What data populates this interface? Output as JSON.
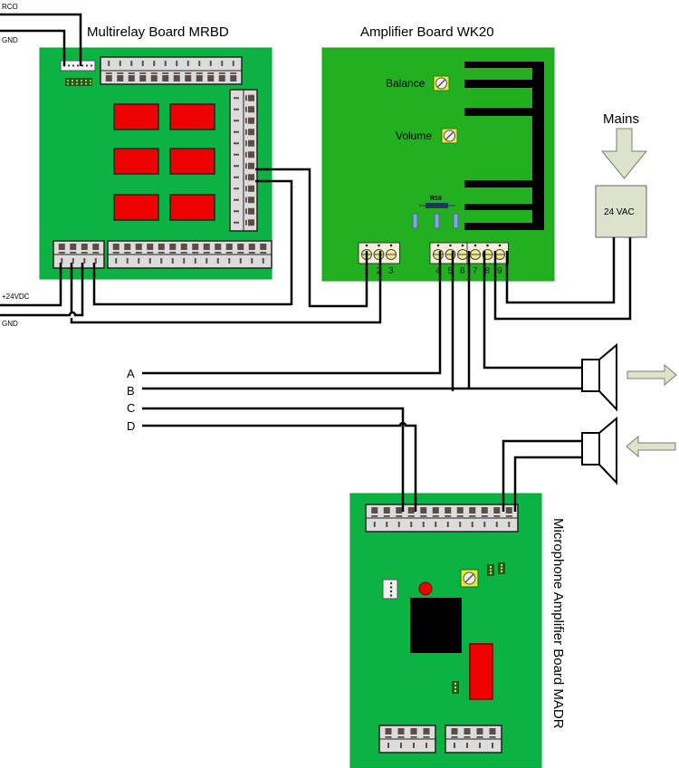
{
  "boards": {
    "mrbd": {
      "title": "Multirelay Board MRBD",
      "color": "#0cb343"
    },
    "wk20": {
      "title": "Amplifier Board WK20",
      "color": "#22b020",
      "balance_label": "Balance",
      "volume_label": "Volume",
      "resistor_label": "R10",
      "terminals": [
        "1",
        "2",
        "3",
        "4",
        "5",
        "6",
        "7",
        "8",
        "9"
      ]
    },
    "madr": {
      "title": "Microphone Amplifier Board MADR",
      "color": "#0cb343"
    }
  },
  "wire_labels": {
    "rco": "RCO",
    "gnd_top": "GND",
    "vdc": "+24VDC",
    "gnd_bottom": "GND"
  },
  "lines": [
    "A",
    "B",
    "C",
    "D"
  ],
  "power": {
    "mains_label": "Mains",
    "transformer_label": "24 VAC"
  },
  "colors": {
    "relay": "#ee0000",
    "connector": "#dcdcdc",
    "pin": "#5b4c45",
    "arrow": "#dde2cc",
    "trimmer": "#f0e92e"
  }
}
